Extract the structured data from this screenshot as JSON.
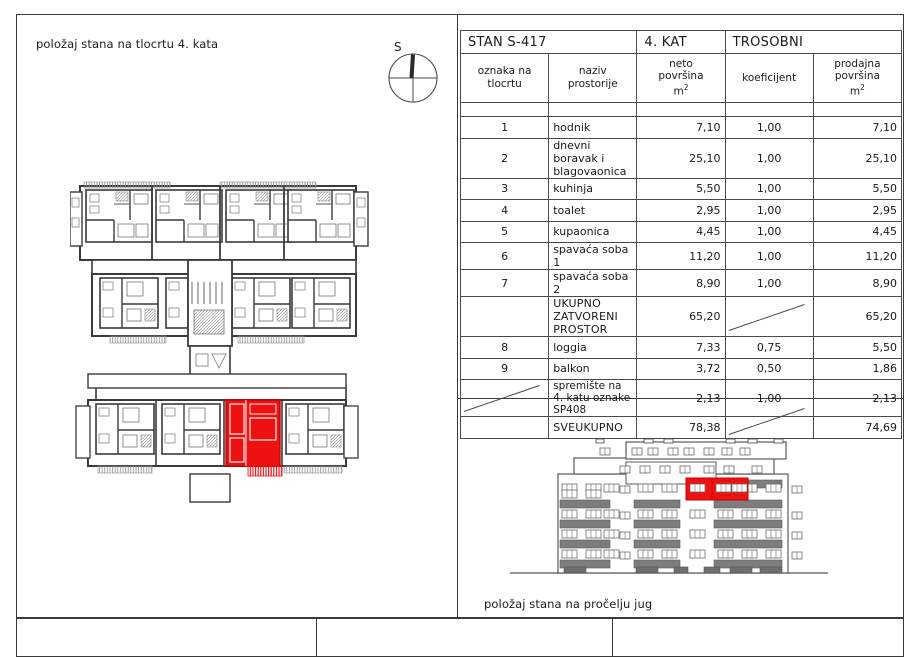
{
  "sheet": {
    "plan_caption": "položaj stana na tlocrtu 4. kata",
    "facade_caption": "položaj stana na pročelju jug",
    "compass_label": "S",
    "highlight_color": "#ee1111"
  },
  "table": {
    "title": {
      "apartment": "STAN S-417",
      "floor": "4. KAT",
      "type": "TROSOBNI"
    },
    "headers": {
      "mark": "oznaka na tlocrtu",
      "mark_line1": "oznaka na",
      "mark_line2": "tlocrtu",
      "name": "naziv prostorije",
      "name_line1": "naziv",
      "name_line2": "prostorije",
      "net_line1": "neto",
      "net_line2": "površina",
      "net_line3": "m",
      "coefficient": "koeficijent",
      "sale_line1": "prodajna",
      "sale_line2": "površina",
      "sale_line3": "m"
    },
    "rows": [
      {
        "no": "1",
        "name": "hodnik",
        "neto": "7,10",
        "koef": "1,00",
        "prodajna": "7,10"
      },
      {
        "no": "2",
        "name": "dnevni boravak i blagovaonica",
        "neto": "25,10",
        "koef": "1,00",
        "prodajna": "25,10"
      },
      {
        "no": "3",
        "name": "kuhinja",
        "neto": "5,50",
        "koef": "1,00",
        "prodajna": "5,50"
      },
      {
        "no": "4",
        "name": "toalet",
        "neto": "2,95",
        "koef": "1,00",
        "prodajna": "2,95"
      },
      {
        "no": "5",
        "name": "kupaonica",
        "neto": "4,45",
        "koef": "1,00",
        "prodajna": "4,45"
      },
      {
        "no": "6",
        "name": "spavaća soba 1",
        "neto": "11,20",
        "koef": "1,00",
        "prodajna": "11,20"
      },
      {
        "no": "7",
        "name": "spavaća soba 2",
        "neto": "8,90",
        "koef": "1,00",
        "prodajna": "8,90"
      }
    ],
    "subtotal": {
      "no": "",
      "name": "UKUPNO ZATVORENI PROSTOR",
      "neto": "65,20",
      "koef": "",
      "prodajna": "65,20"
    },
    "rows2": [
      {
        "no": "8",
        "name": "loggia",
        "neto": "7,33",
        "koef": "0,75",
        "prodajna": "5,50"
      },
      {
        "no": "9",
        "name": "balkon",
        "neto": "3,72",
        "koef": "0,50",
        "prodajna": "1,86"
      },
      {
        "no": "",
        "name": "spremište na 4. katu  oznake SP408",
        "neto": "2,13",
        "koef": "1,00",
        "prodajna": "2,13"
      }
    ],
    "total": {
      "no": "",
      "name": "SVEUKUPNO",
      "neto": "78,38",
      "koef": "",
      "prodajna": "74,69"
    }
  }
}
